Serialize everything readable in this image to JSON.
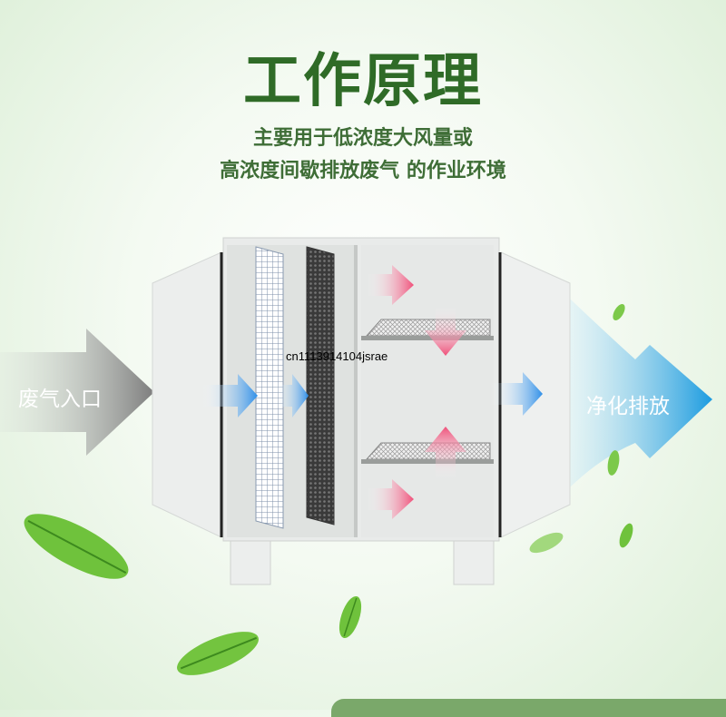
{
  "title": "工作原理",
  "subtitle_line1": "主要用于低浓度大风量或",
  "subtitle_line2": "高浓度间歇排放废气 的作业环境",
  "inlet_label": "废气入口",
  "outlet_label": "净化排放",
  "watermark": "cn1113914104jsrae",
  "colors": {
    "title": "#2f6b27",
    "inlet_arrow": "#8a8a8a",
    "outlet_arrow": "#2aa7e6",
    "flow_arrow_blue": "#2f8fe8",
    "flow_arrow_pink": "#f0507a",
    "leaf": "#6fc23c"
  }
}
